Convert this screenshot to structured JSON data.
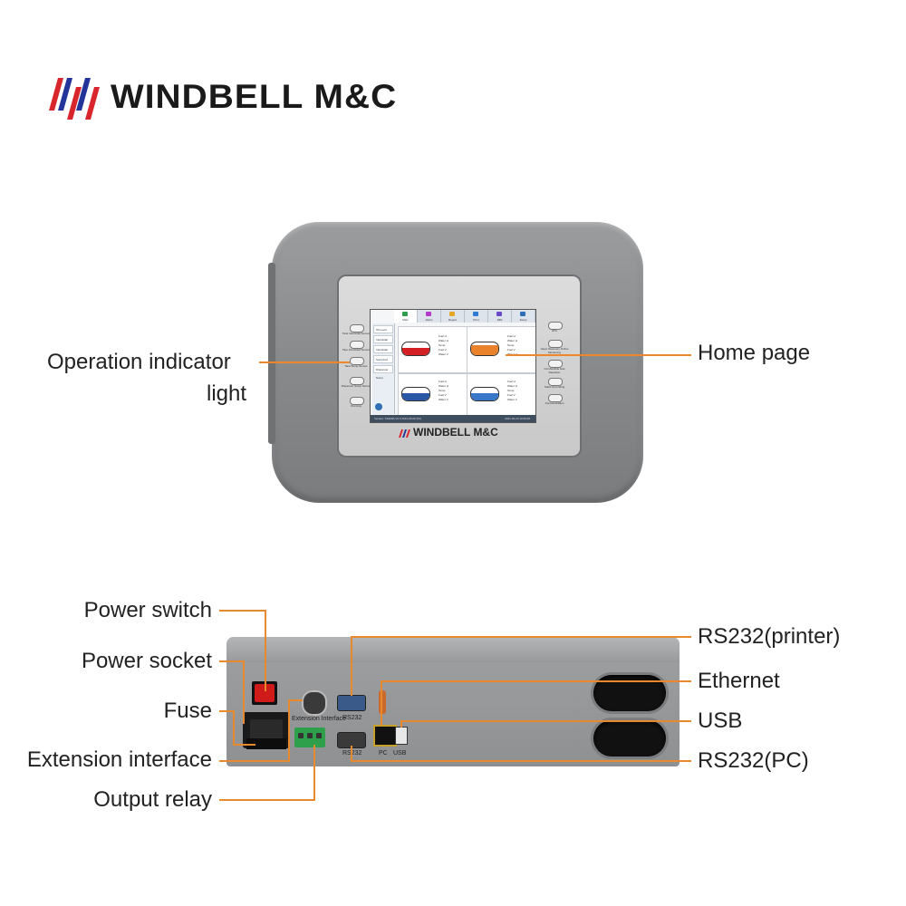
{
  "logo": {
    "text": "WINDBELL M&C",
    "colors": {
      "red": "#d8262c",
      "blue": "#23359a"
    }
  },
  "accent_color": "#e8892e",
  "front": {
    "labels": {
      "operation_indicator": "Operation indicator",
      "operation_indicator_2": "light",
      "home_page": "Home page"
    },
    "screen": {
      "tabs": [
        "Main",
        "Alarm",
        "Report",
        "Print",
        "SIIR",
        "Setup"
      ],
      "sidebar": [
        "Oil Level",
        "Interstitial Leak",
        "Interstitial Leak",
        "Sump/Lid",
        "Dispenser Sump"
      ],
      "tank_fields": [
        "Fuel H",
        "Water H",
        "Temp.",
        "Fuel V",
        "Water V"
      ],
      "tank_colors": [
        "#d41f25",
        "#e9822a",
        "#2a56a6",
        "#3a76c8"
      ],
      "footer": "Version: SS2000-V2.0 2021-06-06 (54)",
      "footer_time": "2021-02-23 10:30:00"
    },
    "left_buttons": [
      "Tank Interstitial Sensor",
      "Pipe Interstitial Sensor",
      "Tank Sump Sensor",
      "Dispenser Sump Sensor",
      "Running"
    ],
    "right_buttons": [
      "ATG",
      "Vapor Recovery Online Monitoring",
      "Combustible Gas Detection",
      "Static Grounding",
      "Communication"
    ],
    "brand": "WINDBELL M&C"
  },
  "rear": {
    "left_labels": [
      "Power switch",
      "Power socket",
      "Fuse",
      "Extension interface",
      "Output relay"
    ],
    "right_labels": [
      "RS232(printer)",
      "Ethernet",
      "USB",
      "RS232(PC)"
    ],
    "port_texts": {
      "extension": "Extension Interface",
      "rs232": "RS232",
      "rs232_pc": "RS232",
      "pc": "PC",
      "usb": "USB"
    }
  }
}
